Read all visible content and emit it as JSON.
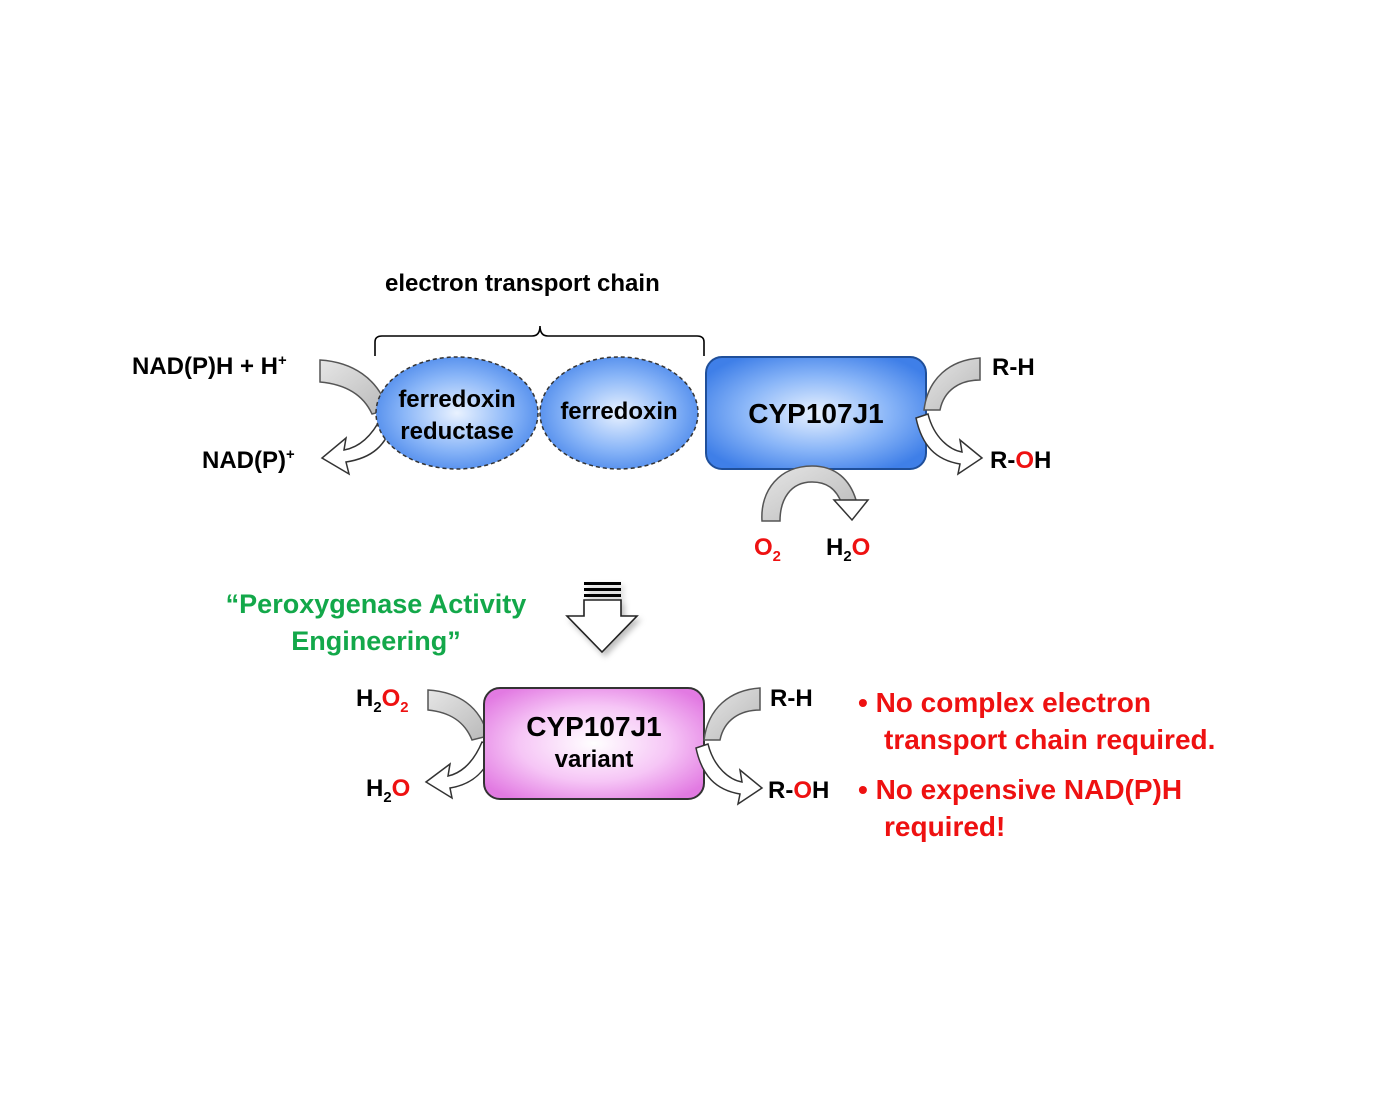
{
  "top": {
    "bracket_label": "electron transport chain",
    "nadph_in": {
      "main": "NAD(P)H + H",
      "sup": "+"
    },
    "nadp_out": {
      "main": "NAD(P)",
      "sup": "+"
    },
    "fdr_line1": "ferredoxin",
    "fdr_line2": "reductase",
    "fdx": "ferredoxin",
    "cyp": "CYP107J1",
    "rh": "R-H",
    "roh": {
      "a": "R-",
      "o": "O",
      "b": "H"
    },
    "o2": {
      "main": "O",
      "sub": "2"
    },
    "h2o": {
      "h": "H",
      "sub": "2",
      "o": "O"
    }
  },
  "engineering": {
    "line1": "“Peroxygenase Activity",
    "line2": "Engineering”"
  },
  "bottom": {
    "h2o2": {
      "h": "H",
      "sub1": "2",
      "o": "O",
      "sub2": "2"
    },
    "h2o": {
      "h": "H",
      "sub": "2",
      "o": "O"
    },
    "cyp_line1": "CYP107J1",
    "cyp_line2": "variant",
    "rh": "R-H",
    "roh": {
      "a": "R-",
      "o": "O",
      "b": "H"
    }
  },
  "notes": {
    "n1_line1": "• No complex electron",
    "n1_line2": "transport chain required.",
    "n2_line1": "• No expensive NAD(P)H",
    "n2_line2": "required!"
  },
  "colors": {
    "blue_fill": "#4f8ff0",
    "pink_fill": "#ee88ee",
    "red_text": "#ee1111",
    "green_text": "#13a84a",
    "arrow_gray": "#c8c8c8"
  }
}
